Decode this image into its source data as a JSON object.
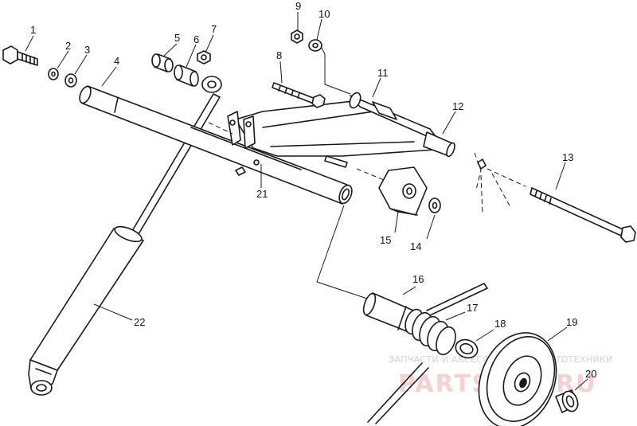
{
  "diagram": {
    "callouts": {
      "c1": "1",
      "c2": "2",
      "c3": "3",
      "c4": "4",
      "c5": "5",
      "c6": "6",
      "c7": "7",
      "c8": "8",
      "c9": "9",
      "c10": "10",
      "c11": "11",
      "c12": "12",
      "c13": "13",
      "c14": "14",
      "c15": "15",
      "c16": "16",
      "c17": "17",
      "c18": "18",
      "c19": "19",
      "c20": "20",
      "c21": "21",
      "c22": "22"
    }
  },
  "watermark": {
    "line1": "ЗАПЧАСТИ И АКСЕССУАРЫ ДЛЯ МОТОТЕХНИКИ",
    "logo": "PARTSTOP.RU"
  }
}
